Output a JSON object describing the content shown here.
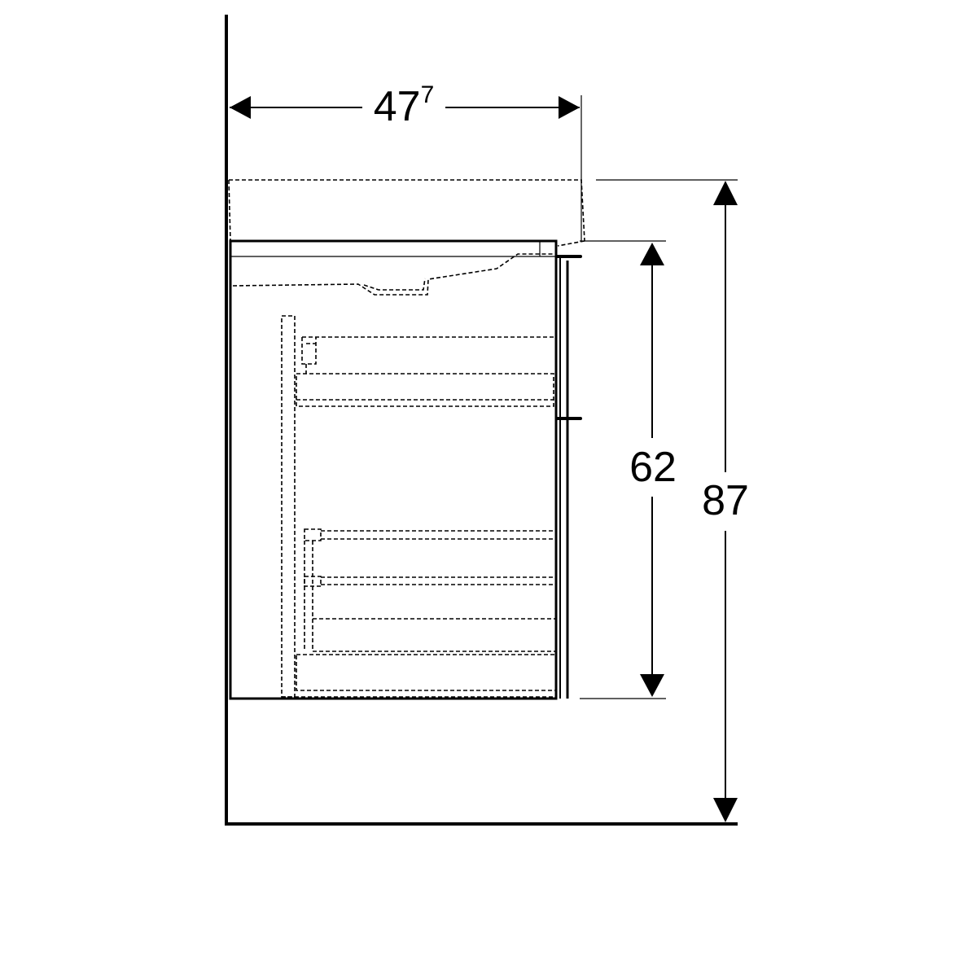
{
  "drawing": {
    "depth": {
      "main": "47",
      "sup": "7"
    },
    "cabinet_height": "62",
    "overall_height": "87"
  },
  "colors": {
    "line": "#000000",
    "background": "#ffffff"
  }
}
